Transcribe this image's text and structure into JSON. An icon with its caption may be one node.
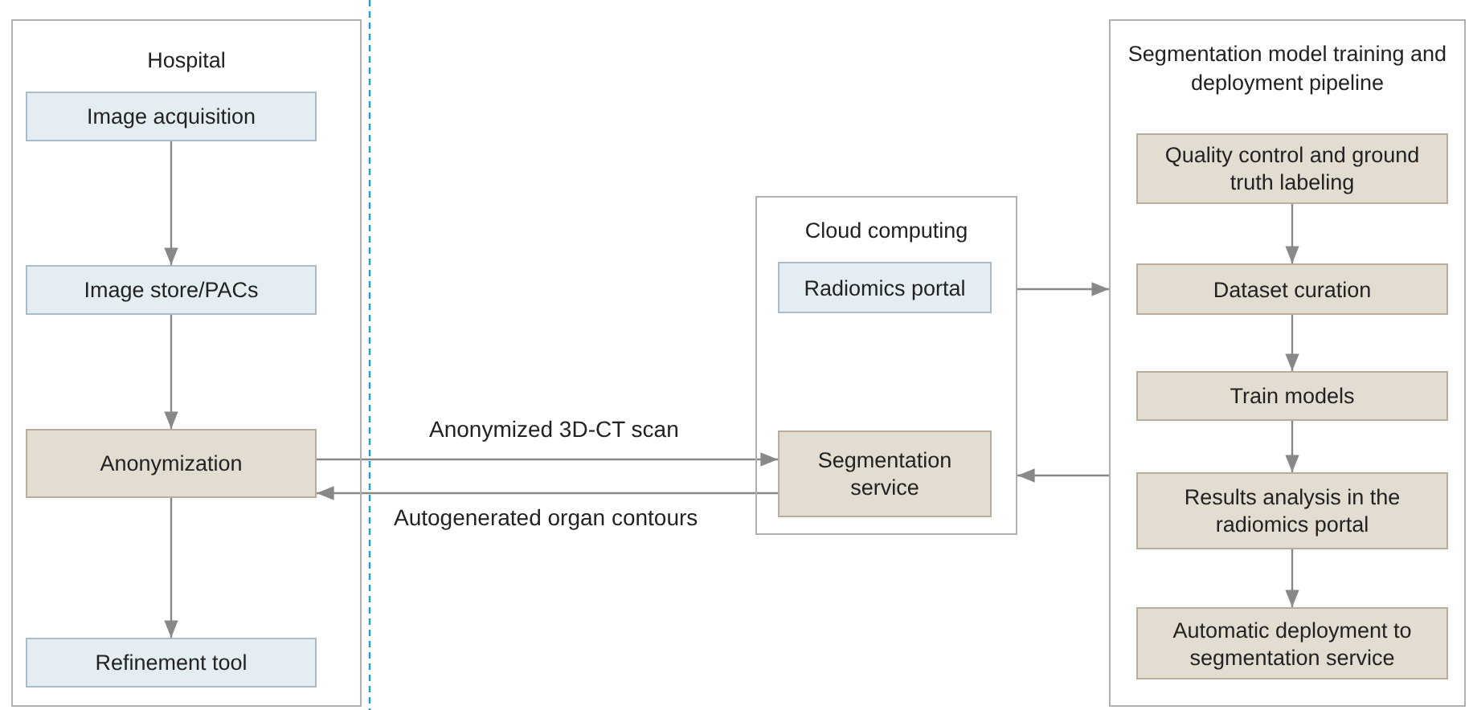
{
  "diagram": {
    "nodes": [
      {
        "text": [
          "Hospital"
        ]
      },
      {
        "text": [
          "Image acquisition"
        ],
        "in": 0
      },
      {
        "text": [
          "Image store/PACs"
        ],
        "in": 0
      },
      {
        "text": [
          "Anonymization"
        ],
        "in": 0
      },
      {
        "text": [
          "Refinement tool"
        ],
        "in": 0
      },
      {
        "text": [
          "Cloud computing"
        ]
      },
      {
        "text": [
          "Radiomics portal"
        ],
        "in": 5
      },
      {
        "text": [
          "Segmentation service"
        ],
        "in": 5
      },
      {
        "text": [
          "Segmentation model training and deployment pipeline"
        ]
      },
      {
        "text": [
          "Quality control and ground truth labeling"
        ],
        "in": 8
      },
      {
        "text": [
          "Dataset curation"
        ],
        "in": 8
      },
      {
        "text": [
          "Train models"
        ],
        "in": 8
      },
      {
        "text": [
          "Results analysis in the radiomics portal"
        ],
        "in": 8
      },
      {
        "text": [
          "Automatic deployment to segmentation service"
        ],
        "in": 8
      }
    ],
    "edges": [
      {
        "from": 1,
        "to": 2,
        "arrow": "to"
      },
      {
        "from": 2,
        "to": 3,
        "arrow": "to"
      },
      {
        "from": 3,
        "to": 4,
        "arrow": "to"
      },
      {
        "from": 3,
        "to": 7,
        "arrow": "to",
        "label": "Anonymized 3D-CT scan"
      },
      {
        "from": 7,
        "to": 3,
        "arrow": "to",
        "label": "Autogenerated organ contours"
      },
      {
        "from": 5,
        "to": 8,
        "arrow": "to"
      },
      {
        "from": 8,
        "to": 5,
        "arrow": "to"
      },
      {
        "from": 9,
        "to": 10,
        "arrow": "to"
      },
      {
        "from": 10,
        "to": 11,
        "arrow": "to"
      },
      {
        "from": 11,
        "to": 12,
        "arrow": "to"
      },
      {
        "from": 12,
        "to": 13,
        "arrow": "to"
      }
    ]
  }
}
